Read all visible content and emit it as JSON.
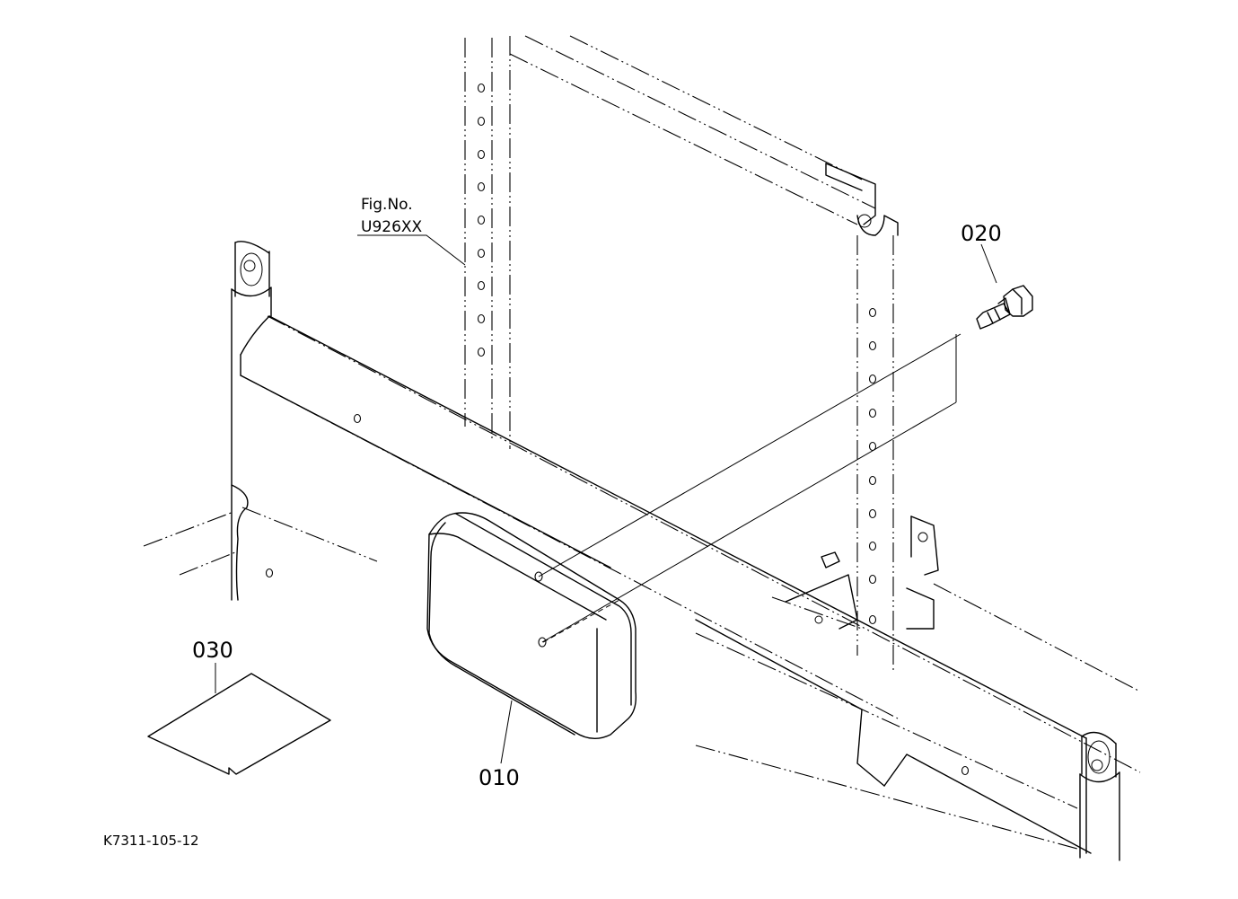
{
  "figure_ref": {
    "line1": "Fig.No.",
    "line2": "U926XX"
  },
  "callouts": {
    "box": "010",
    "bolt": "020",
    "label_sheet": "030"
  },
  "drawing_code": "K7311-105-12"
}
